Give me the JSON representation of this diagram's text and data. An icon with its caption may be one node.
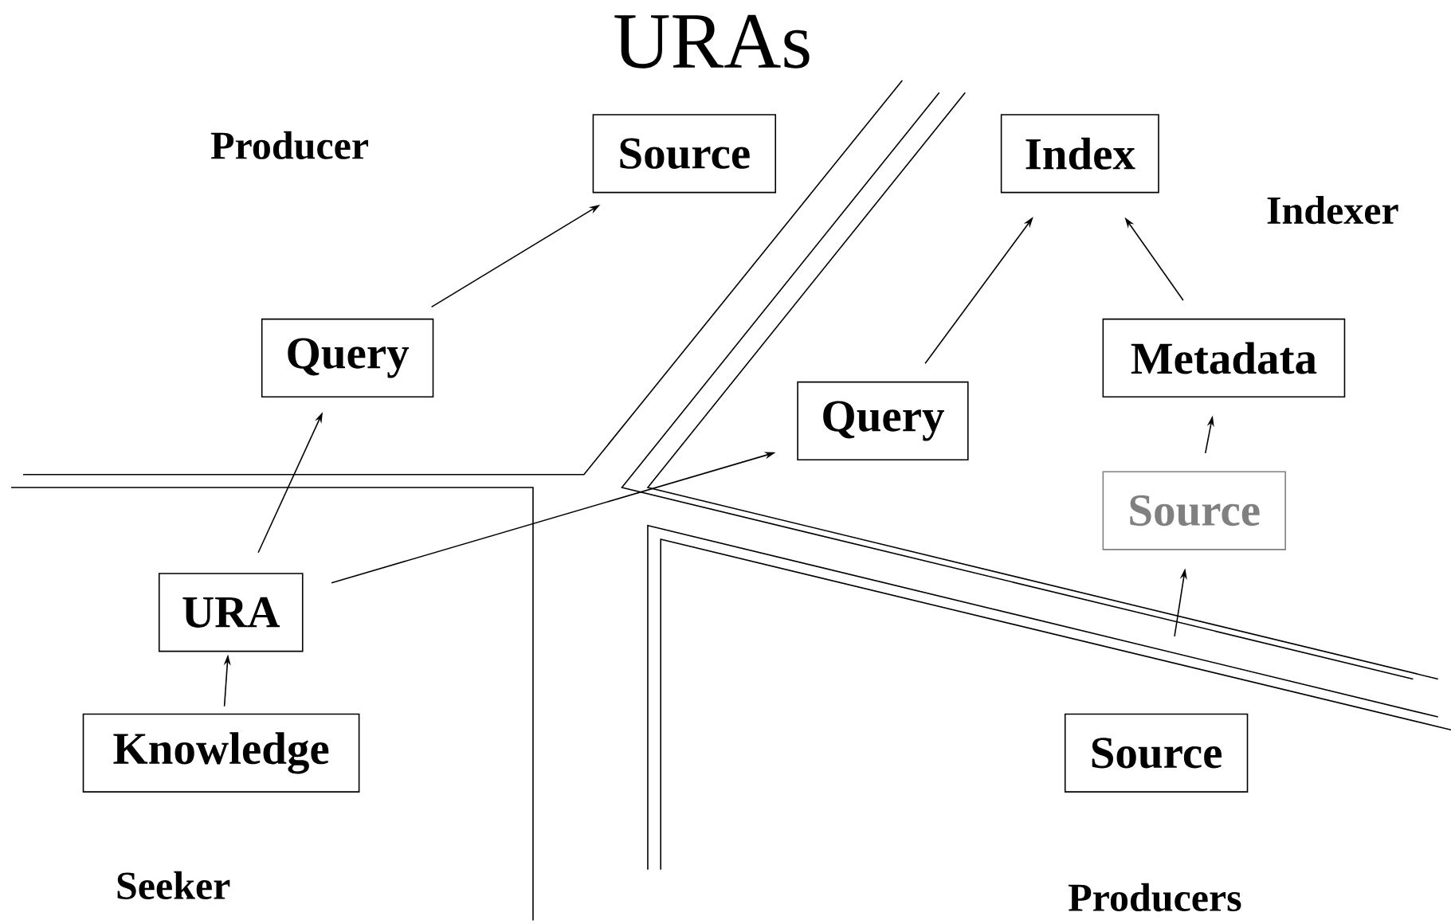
{
  "diagram": {
    "title": "URAs",
    "nodes": [
      {
        "text": [
          "Source"
        ]
      },
      {
        "text": [
          "Index"
        ]
      },
      {
        "text": [
          "Query"
        ]
      },
      {
        "text": [
          "Metadata"
        ]
      },
      {
        "text": [
          "Query"
        ]
      },
      {
        "text": [
          "Source"
        ]
      },
      {
        "text": [
          "URA"
        ]
      },
      {
        "text": [
          "Knowledge"
        ]
      },
      {
        "text": [
          "Source"
        ]
      }
    ],
    "edges": [
      {
        "from": 7,
        "to": 6,
        "arrow": "to"
      },
      {
        "from": 6,
        "to": 2,
        "arrow": "to"
      },
      {
        "from": 2,
        "to": 0,
        "arrow": "to"
      },
      {
        "from": 6,
        "to": 4,
        "arrow": "to"
      },
      {
        "from": 4,
        "to": 1,
        "arrow": "to"
      },
      {
        "from": 8,
        "to": 5,
        "arrow": "to"
      },
      {
        "from": 5,
        "to": 3,
        "arrow": "to"
      },
      {
        "from": 3,
        "to": 1,
        "arrow": "to"
      }
    ],
    "labels": [
      "Producer",
      "Indexer",
      "Seeker",
      "Producers"
    ]
  }
}
